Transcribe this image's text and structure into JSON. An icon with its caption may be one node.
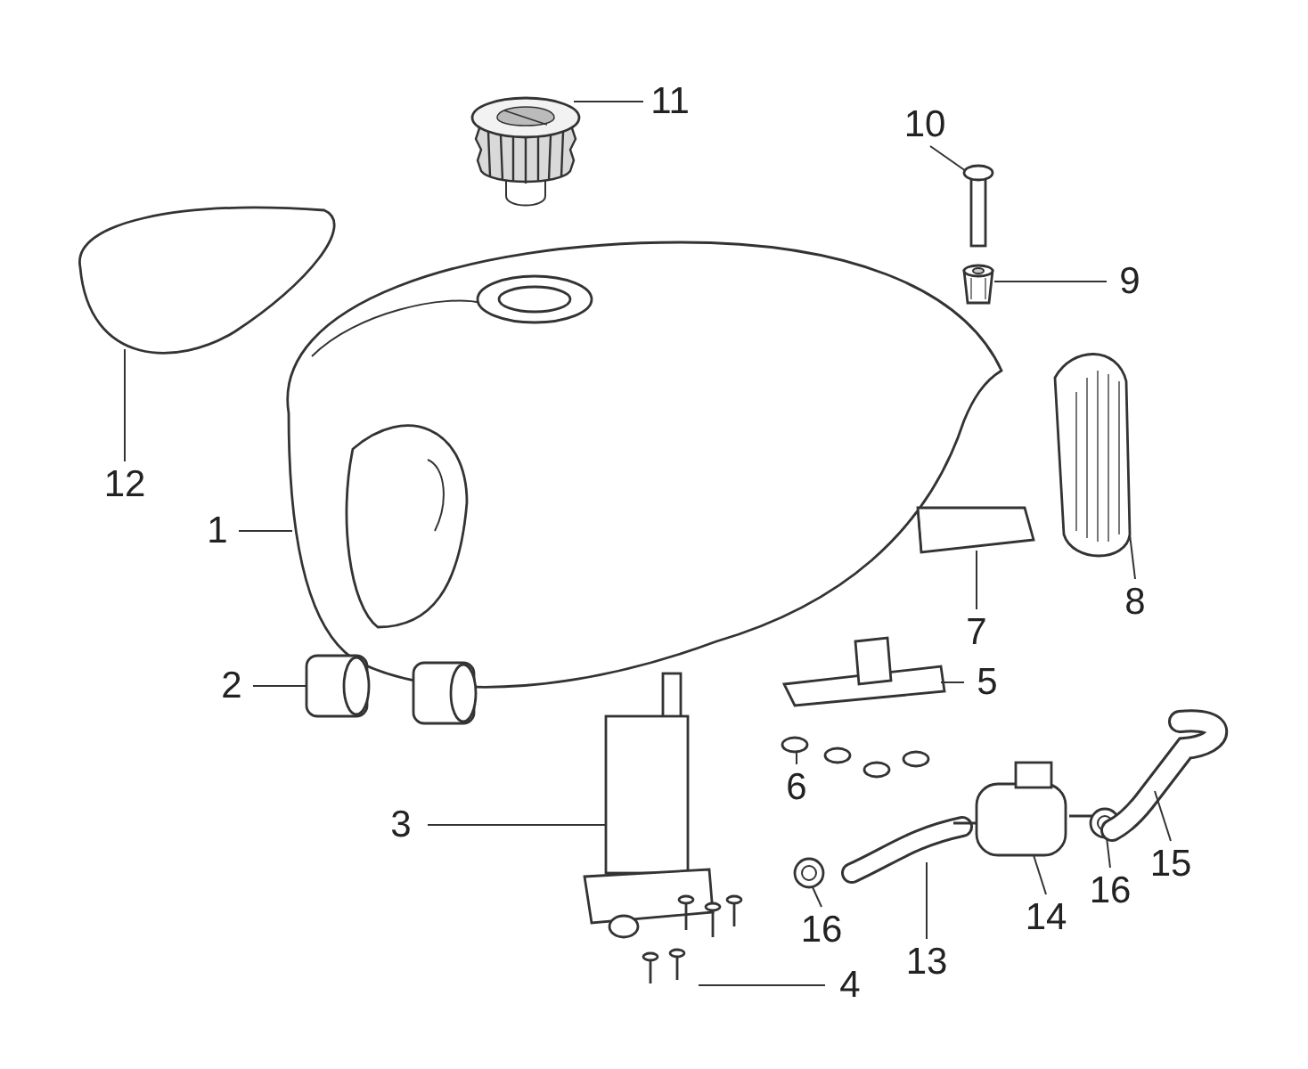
{
  "diagram": {
    "nodes": [
      {
        "text": [
          "11"
        ]
      },
      {
        "text": [],
        "shape": "picture"
      },
      {
        "text": [
          "10"
        ]
      },
      {
        "text": [],
        "shape": "picture"
      },
      {
        "text": [
          "9"
        ]
      },
      {
        "text": [],
        "shape": "picture"
      },
      {
        "text": [
          "12"
        ]
      },
      {
        "text": [],
        "shape": "picture"
      },
      {
        "text": [
          "1"
        ]
      },
      {
        "text": [],
        "shape": "picture"
      },
      {
        "text": [
          "8"
        ]
      },
      {
        "text": [],
        "shape": "picture"
      },
      {
        "text": [
          "7"
        ]
      },
      {
        "text": [],
        "shape": "picture"
      },
      {
        "text": [
          "2"
        ]
      },
      {
        "text": [],
        "shape": "picture"
      },
      {
        "text": [
          "5"
        ]
      },
      {
        "text": [],
        "shape": "picture"
      },
      {
        "text": [
          "6"
        ]
      },
      {
        "text": [],
        "shape": "picture"
      },
      {
        "text": [
          "3"
        ]
      },
      {
        "text": [],
        "shape": "picture"
      },
      {
        "text": [
          "4"
        ]
      },
      {
        "text": [],
        "shape": "picture"
      },
      {
        "text": [
          "16"
        ]
      },
      {
        "text": [],
        "shape": "picture"
      },
      {
        "text": [
          "13"
        ]
      },
      {
        "text": [],
        "shape": "picture"
      },
      {
        "text": [
          "14"
        ]
      },
      {
        "text": [],
        "shape": "picture"
      },
      {
        "text": [
          "16"
        ]
      },
      {
        "text": [],
        "shape": "picture"
      },
      {
        "text": [
          "15"
        ]
      },
      {
        "text": [],
        "shape": "picture"
      }
    ],
    "edges": [
      {
        "from": 0,
        "to": 1,
        "arrow": "none"
      },
      {
        "from": 2,
        "to": 3,
        "arrow": "none"
      },
      {
        "from": 4,
        "to": 5,
        "arrow": "none"
      },
      {
        "from": 6,
        "to": 7,
        "arrow": "none"
      },
      {
        "from": 8,
        "to": 9,
        "arrow": "none"
      },
      {
        "from": 10,
        "to": 11,
        "arrow": "none"
      },
      {
        "from": 12,
        "to": 13,
        "arrow": "none"
      },
      {
        "from": 14,
        "to": 15,
        "arrow": "none"
      },
      {
        "from": 16,
        "to": 17,
        "arrow": "none"
      },
      {
        "from": 18,
        "to": 19,
        "arrow": "none"
      },
      {
        "from": 20,
        "to": 21,
        "arrow": "none"
      },
      {
        "from": 22,
        "to": 23,
        "arrow": "none"
      },
      {
        "from": 24,
        "to": 25,
        "arrow": "none"
      },
      {
        "from": 26,
        "to": 27,
        "arrow": "none"
      },
      {
        "from": 28,
        "to": 29,
        "arrow": "none"
      },
      {
        "from": 30,
        "to": 31,
        "arrow": "none"
      },
      {
        "from": 32,
        "to": 33,
        "arrow": "none"
      }
    ]
  }
}
